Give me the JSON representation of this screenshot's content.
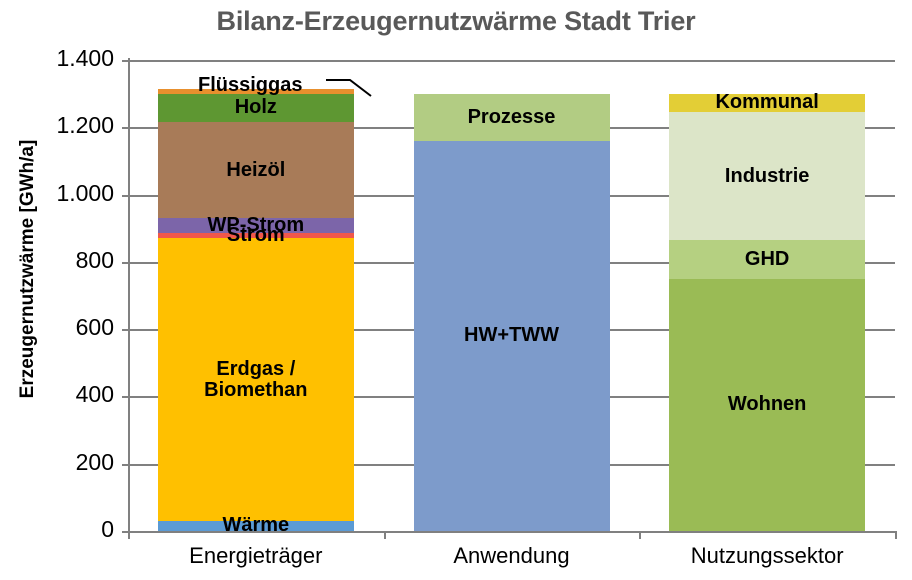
{
  "chart_data": {
    "type": "bar",
    "title": "Bilanz-Erzeugernutzwärme Stadt Trier",
    "xlabel": "",
    "ylabel": "Erzeugernutzwärme [GWh/a]",
    "ylim": [
      0,
      1400
    ],
    "ytick_labels": [
      "1.400",
      "1.200",
      "1.000",
      "800",
      "600",
      "400",
      "200",
      "0"
    ],
    "ytick_values": [
      1400,
      1200,
      1000,
      800,
      600,
      400,
      200,
      0
    ],
    "grid": true,
    "legend": "none (segments labelled in place)",
    "stacked": true,
    "categories": [
      "Energieträger",
      "Anwendung",
      "Nutzungssektor"
    ],
    "columns": [
      {
        "category": "Energieträger",
        "total": 1315,
        "segments": [
          {
            "name": "Wärme",
            "value": 30,
            "start": 0,
            "end": 30,
            "color": "#5B9BD5",
            "label": "Wärme",
            "label_shown": true,
            "label_lines": [
              "Wärme"
            ]
          },
          {
            "name": "Erdgas / Biomethan",
            "value": 840,
            "start": 30,
            "end": 870,
            "color": "#FFC000",
            "label": "Erdgas / Biomethan",
            "label_shown": true,
            "label_lines": [
              "Erdgas /",
              "Biomethan"
            ]
          },
          {
            "name": "Strom",
            "value": 15,
            "start": 870,
            "end": 885,
            "color": "#F0574B",
            "label": "Strom",
            "label_shown": true,
            "label_lines": [
              "Strom"
            ]
          },
          {
            "name": "WP-Strom",
            "value": 45,
            "start": 885,
            "end": 930,
            "color": "#7C65A9",
            "label": "WP-Strom",
            "label_shown": true,
            "label_lines": [
              "WP-Strom"
            ]
          },
          {
            "name": "Heizöl",
            "value": 285,
            "start": 930,
            "end": 1215,
            "color": "#A87B58",
            "label": "Heizöl",
            "label_shown": true,
            "label_lines": [
              "Heizöl"
            ]
          },
          {
            "name": "Holz",
            "value": 85,
            "start": 1215,
            "end": 1300,
            "color": "#5E9732",
            "label": "Holz",
            "label_shown": true,
            "label_lines": [
              "Holz"
            ]
          },
          {
            "name": "Flüssiggas",
            "value": 15,
            "start": 1300,
            "end": 1315,
            "color": "#E8902E",
            "label": "Flüssiggas",
            "label_shown": false,
            "label_lines": [
              "Flüssiggas"
            ]
          }
        ]
      },
      {
        "category": "Anwendung",
        "total": 1300,
        "segments": [
          {
            "name": "HW+TWW",
            "value": 1160,
            "start": 0,
            "end": 1160,
            "color": "#7D9BCB",
            "label": "HW+TWW",
            "label_shown": true,
            "label_lines": [
              "HW+TWW"
            ]
          },
          {
            "name": "Prozesse",
            "value": 140,
            "start": 1160,
            "end": 1300,
            "color": "#B2CC83",
            "label": "Prozesse",
            "label_shown": true,
            "label_lines": [
              "Prozesse"
            ]
          }
        ]
      },
      {
        "category": "Nutzungssektor",
        "total": 1300,
        "segments": [
          {
            "name": "Wohnen",
            "value": 750,
            "start": 0,
            "end": 750,
            "color": "#9ABB55",
            "label": "Wohnen",
            "label_shown": true,
            "label_lines": [
              "Wohnen"
            ]
          },
          {
            "name": "GHD",
            "value": 115,
            "start": 750,
            "end": 865,
            "color": "#B5D081",
            "label": "GHD",
            "label_shown": true,
            "label_lines": [
              "GHD"
            ]
          },
          {
            "name": "Industrie",
            "value": 380,
            "start": 865,
            "end": 1245,
            "color": "#DCE5C8",
            "label": "Industrie",
            "label_shown": true,
            "label_lines": [
              "Industrie"
            ]
          },
          {
            "name": "Kommunal",
            "value": 55,
            "start": 1245,
            "end": 1300,
            "color": "#E3CE36",
            "label": "Kommunal",
            "label_shown": true,
            "label_lines": [
              "Kommunal"
            ]
          }
        ]
      }
    ],
    "annotations": [
      {
        "name": "fluessiggas-callout",
        "text": "Flüssiggas",
        "points_to": "Energieträger / Flüssiggas"
      }
    ],
    "colors": {
      "title": "#595959",
      "axis": "#808080",
      "grid": "#808080",
      "text": "#000000",
      "background": "#FFFFFF"
    }
  }
}
